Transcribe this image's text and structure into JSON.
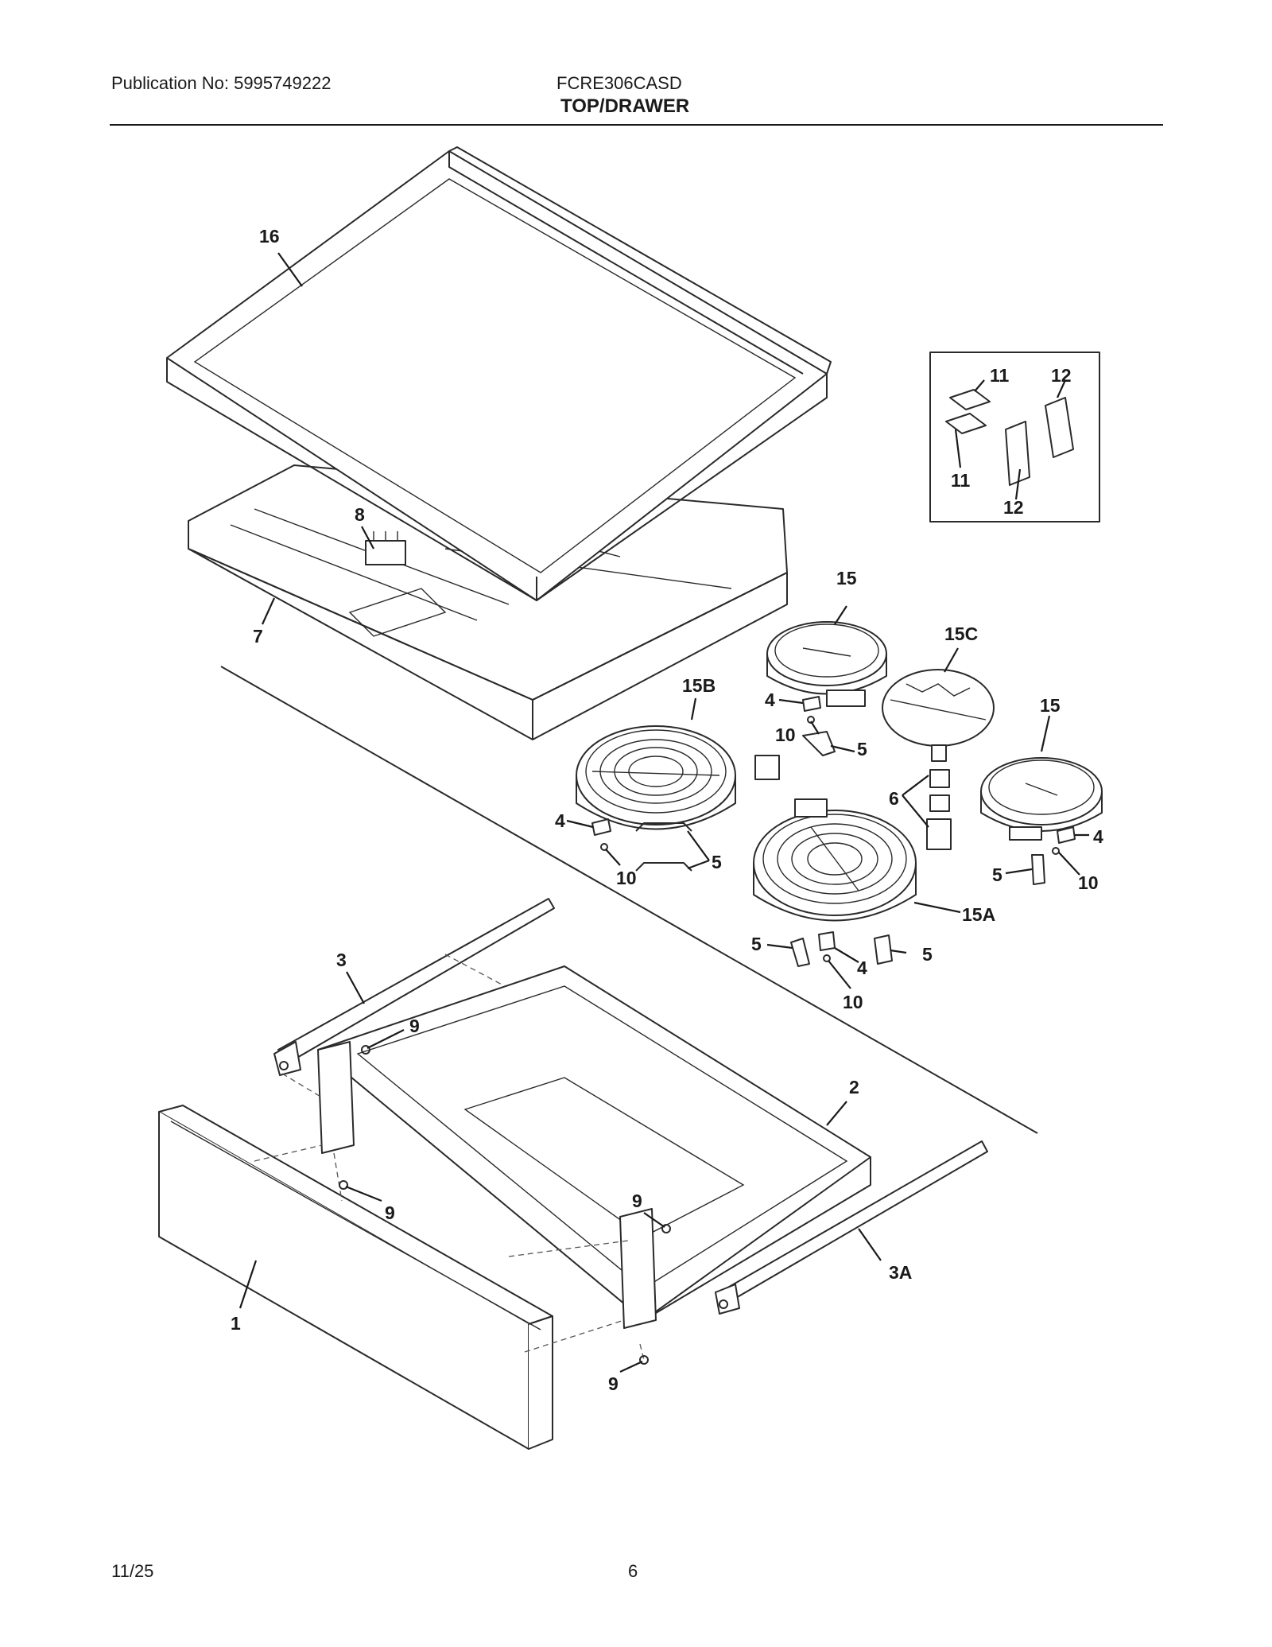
{
  "header": {
    "publication": "Publication No: 5995749222",
    "model": "FCRE306CASD",
    "section": "TOP/DRAWER"
  },
  "footer": {
    "date": "11/25",
    "page": "6"
  },
  "callouts": {
    "c16": "16",
    "c8": "8",
    "c7": "7",
    "c11a": "11",
    "c12a": "12",
    "c11b": "11",
    "c12b": "12",
    "c15a": "15",
    "c15c": "15C",
    "c15b": "15B",
    "c15r": "15",
    "c4a": "4",
    "c10a": "10",
    "c5a": "5",
    "c6": "6",
    "c4b": "4",
    "c10b": "10",
    "c5b": "5",
    "c4r": "4",
    "c5r": "5",
    "c10r": "10",
    "c15A": "15A",
    "c5c": "5",
    "c4c": "4",
    "c5d": "5",
    "c10c": "10",
    "c3": "3",
    "c9a": "9",
    "c2": "2",
    "c9b": "9",
    "c9c": "9",
    "c3A": "3A",
    "c1": "1",
    "c9d": "9"
  },
  "colors": {
    "ink": "#1a1a1a",
    "line": "#2a2a2a"
  }
}
